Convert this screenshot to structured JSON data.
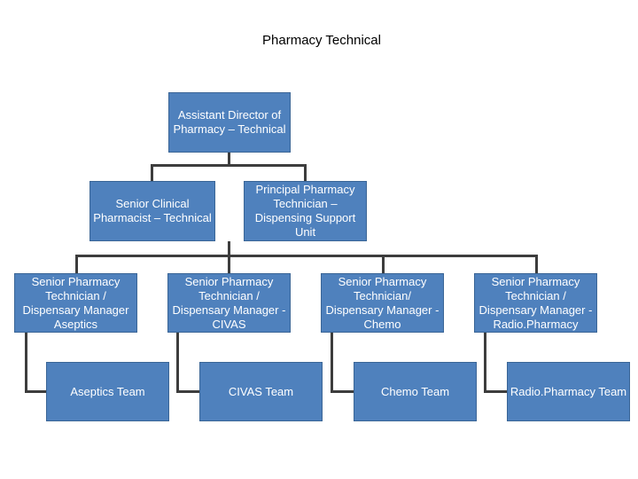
{
  "page": {
    "title": "Pharmacy Technical"
  },
  "nodes": {
    "director": "Assistant Director of Pharmacy – Technical",
    "clinical": "Senior Clinical Pharmacist – Technical",
    "principal": "Principal Pharmacy Technician – Dispensing Support Unit",
    "aseptics_mgr": "Senior Pharmacy Technician / Dispensary Manager Aseptics",
    "civas_mgr": "Senior Pharmacy Technician / Dispensary Manager - CIVAS",
    "chemo_mgr": "Senior Pharmacy Technician/ Dispensary Manager - Chemo",
    "radio_mgr": "Senior Pharmacy Technician / Dispensary Manager - Radio.Pharmacy",
    "aseptics_team": "Aseptics Team",
    "civas_team": "CIVAS Team",
    "chemo_team": "Chemo Team",
    "radio_team": "Radio.Pharmacy Team"
  },
  "colors": {
    "box_fill": "#4f81bd",
    "box_border": "#3a6596",
    "box_text": "#ffffff",
    "connector": "#3d3d3d"
  }
}
